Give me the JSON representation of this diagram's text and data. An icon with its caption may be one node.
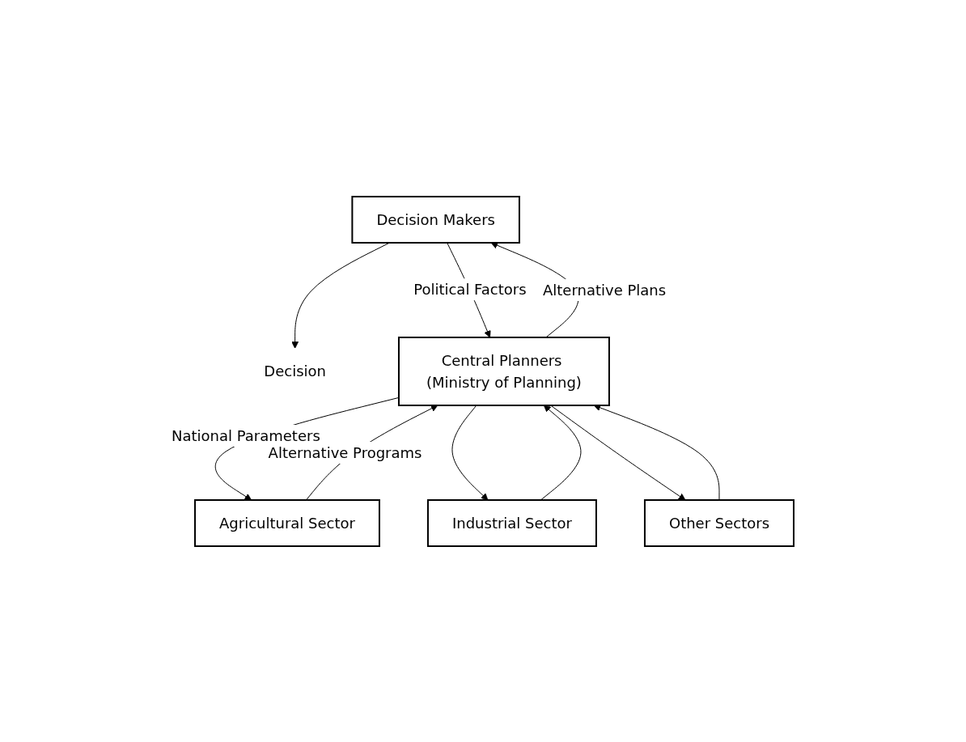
{
  "diagram": {
    "nodes": [
      {
        "text": [
          "Decision Makers"
        ]
      },
      {
        "text": [
          "Decision"
        ]
      },
      {
        "text": [
          "Central Planners (Ministry of Planning)"
        ]
      },
      {
        "text": [
          "Agricultural Sector"
        ]
      },
      {
        "text": [
          "Industrial Sector"
        ]
      },
      {
        "text": [
          "Other Sectors"
        ]
      }
    ],
    "edges": [
      {
        "from": 0,
        "to": 1,
        "arrow": "to"
      },
      {
        "from": 2,
        "to": 0,
        "arrow": "to",
        "label": "Alternative Plans"
      },
      {
        "from": 0,
        "to": 2,
        "arrow": "to",
        "label": "Political Factors"
      },
      {
        "from": 3,
        "to": 2,
        "arrow": "to",
        "label": "Alternative Programs"
      },
      {
        "from": 2,
        "to": 3,
        "arrow": "to",
        "label": "National Parameters"
      },
      {
        "from": 4,
        "to": 2,
        "arrow": "to"
      },
      {
        "from": 2,
        "to": 4,
        "arrow": "to"
      },
      {
        "from": 2,
        "to": 5,
        "arrow": "to"
      },
      {
        "from": 5,
        "to": 2,
        "arrow": "to"
      }
    ]
  }
}
